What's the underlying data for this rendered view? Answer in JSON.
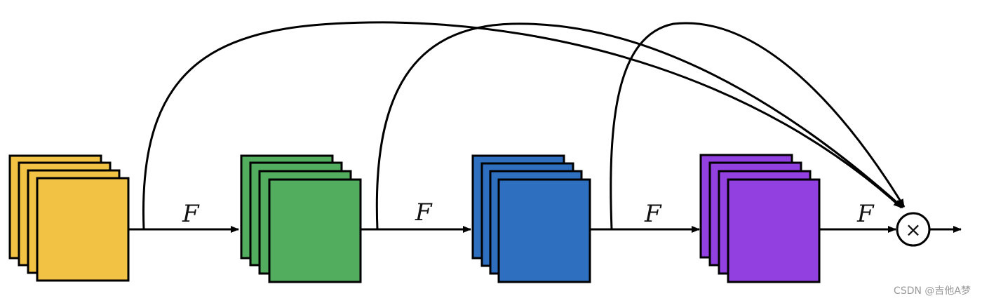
{
  "diagram": {
    "edge_label": "F",
    "operation_symbol": "×",
    "stages": [
      {
        "color": "#F2C244",
        "stack_count": 4
      },
      {
        "color": "#52AD5E",
        "stack_count": 4
      },
      {
        "color": "#2E6FBF",
        "stack_count": 4
      },
      {
        "color": "#9340E0",
        "stack_count": 4
      }
    ]
  },
  "watermark": "CSDN @吉他A梦"
}
